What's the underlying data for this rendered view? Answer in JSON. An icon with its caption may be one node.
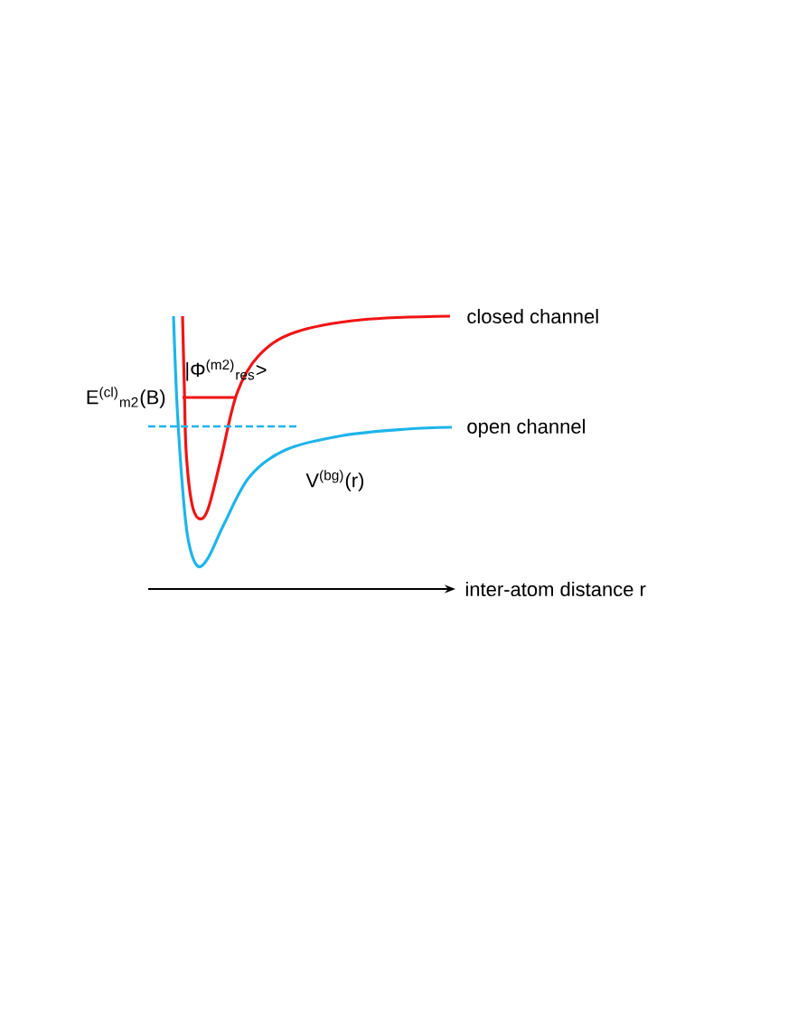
{
  "diagram": {
    "labels": [
      "closed channel",
      "E$^{(cl)}$$_{m2}$(B)",
      "|Φ$^{(m2)}$$_{res}$>",
      "open channel",
      "V$^{(bg)}$(r)",
      "inter-atom distance r"
    ]
  }
}
